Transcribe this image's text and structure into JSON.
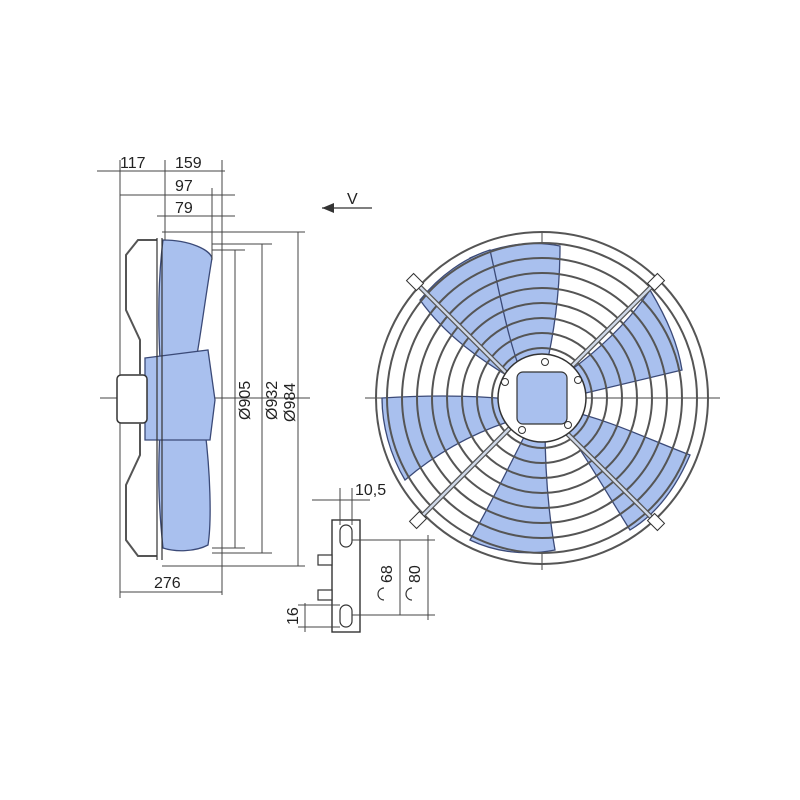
{
  "dimensions": {
    "d117": "117",
    "d159": "159",
    "d97": "97",
    "d79": "79",
    "d276": "276",
    "d905": "Ø905",
    "d932": "Ø932",
    "d984": "Ø984",
    "d10_5": "10,5",
    "d68": "68",
    "d80": "80",
    "d16": "16"
  },
  "airflow_label": "V",
  "colors": {
    "blade": "#a9c0ee",
    "line": "#333333",
    "guard": "#555555"
  }
}
